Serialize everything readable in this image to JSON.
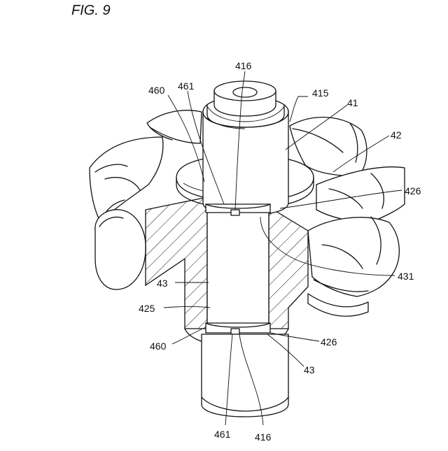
{
  "figure": {
    "title": "FIG. 9"
  },
  "labels": {
    "l416_top": "416",
    "l460_top": "460",
    "l461_top": "461",
    "l415": "415",
    "l41": "41",
    "l42": "42",
    "l426_right": "426",
    "l431": "431",
    "l43_left": "43",
    "l425": "425",
    "l460_bottom": "460",
    "l426_bottom": "426",
    "l43_bottom": "43",
    "l461_bottom": "461",
    "l416_bottom": "416"
  }
}
